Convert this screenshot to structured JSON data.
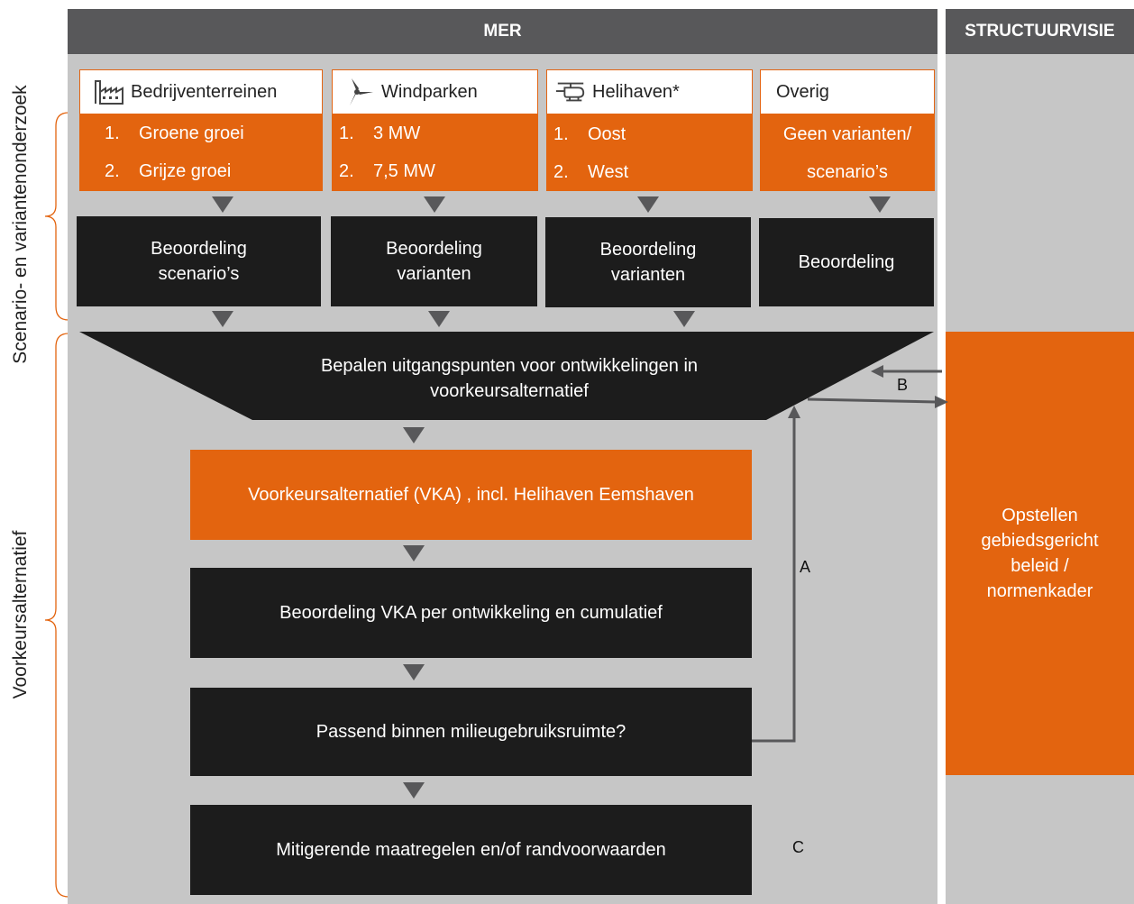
{
  "header": {
    "mer": "MER",
    "structuurvisie": "STRUCTUURVISIE"
  },
  "side_labels": {
    "top": "Scenario- en variantenonderzoek",
    "bottom": "Voorkeursalternatief"
  },
  "columns": [
    {
      "title": "Bedrijventerreinen",
      "icon": "factory-icon",
      "items": [
        [
          "1.",
          "Groene groei"
        ],
        [
          "2.",
          "Grijze groei"
        ]
      ],
      "assessment": [
        "Beoordeling",
        "scenario’s"
      ]
    },
    {
      "title": "Windparken",
      "icon": "wind-turbine-icon",
      "items": [
        [
          "1.",
          "3 MW"
        ],
        [
          "2.",
          "7,5 MW"
        ]
      ],
      "assessment": [
        "Beoordeling",
        "varianten"
      ]
    },
    {
      "title": "Helihaven*",
      "icon": "helicopter-icon",
      "items": [
        [
          "1.",
          "Oost"
        ],
        [
          "2.",
          "West"
        ]
      ],
      "assessment": [
        "Beoordeling",
        "varianten"
      ]
    },
    {
      "title": "Overig",
      "icon": "",
      "items_text": [
        "Geen varianten/",
        "scenario’s"
      ],
      "assessment": [
        "Beoordeling"
      ]
    }
  ],
  "funnel": [
    "Bepalen uitgangspunten voor ontwikkelingen in",
    "voorkeursalternatief"
  ],
  "vka": "Voorkeursalternatief (VKA) , incl. Helihaven Eemshaven",
  "steps": {
    "beoordeling_vka": "Beoordeling VKA per ontwikkeling en cumulatief",
    "passend": "Passend binnen milieugebruiksruimte?",
    "mitigerende": "Mitigerende maatregelen en/of randvoorwaarden"
  },
  "letters": {
    "a": "A",
    "b": "B",
    "c": "C"
  },
  "structuurvisie_box": [
    "Opstellen",
    "gebiedsgericht",
    "beleid /",
    "normenkader"
  ],
  "colors": {
    "orange": "#e3640f",
    "dark": "#1c1c1c",
    "panel": "#c6c6c6",
    "header": "#58585a"
  }
}
